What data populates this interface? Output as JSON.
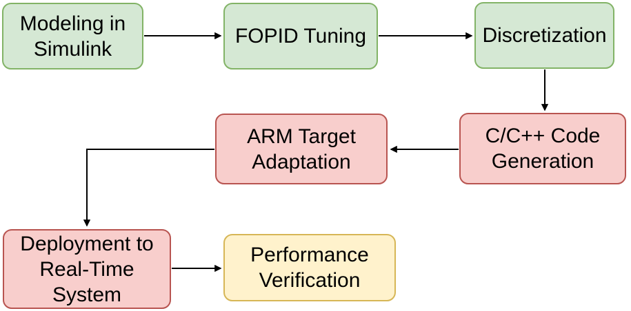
{
  "diagram": {
    "type": "flowchart",
    "nodes": [
      {
        "id": "modeling-in-simulink",
        "label": "Modeling in\nSimulink",
        "color_role": "green",
        "fill": "#d5e8d4",
        "border": "#82b366"
      },
      {
        "id": "fopid-tuning",
        "label": "FOPID Tuning",
        "color_role": "green",
        "fill": "#d5e8d4",
        "border": "#82b366"
      },
      {
        "id": "discretization",
        "label": "Discretization",
        "color_role": "green",
        "fill": "#d5e8d4",
        "border": "#82b366"
      },
      {
        "id": "c-cpp-code-generation",
        "label": "C/C++ Code\nGeneration",
        "color_role": "red",
        "fill": "#f8cecc",
        "border": "#b85450"
      },
      {
        "id": "arm-target-adaptation",
        "label": "ARM Target\nAdaptation",
        "color_role": "red",
        "fill": "#f8cecc",
        "border": "#b85450"
      },
      {
        "id": "deployment-to-real-time-system",
        "label": "Deployment to\nReal-Time\nSystem",
        "color_role": "red",
        "fill": "#f8cecc",
        "border": "#b85450"
      },
      {
        "id": "performance-verification",
        "label": "Performance\nVerification",
        "color_role": "yellow",
        "fill": "#fff2cc",
        "border": "#d6b656"
      }
    ],
    "edges": [
      {
        "from": "modeling-in-simulink",
        "to": "fopid-tuning"
      },
      {
        "from": "fopid-tuning",
        "to": "discretization"
      },
      {
        "from": "discretization",
        "to": "c-cpp-code-generation"
      },
      {
        "from": "c-cpp-code-generation",
        "to": "arm-target-adaptation"
      },
      {
        "from": "arm-target-adaptation",
        "to": "deployment-to-real-time-system"
      },
      {
        "from": "deployment-to-real-time-system",
        "to": "performance-verification"
      }
    ],
    "arrow_color": "#000000",
    "text_color": "#000000",
    "background_color": "#ffffff"
  }
}
